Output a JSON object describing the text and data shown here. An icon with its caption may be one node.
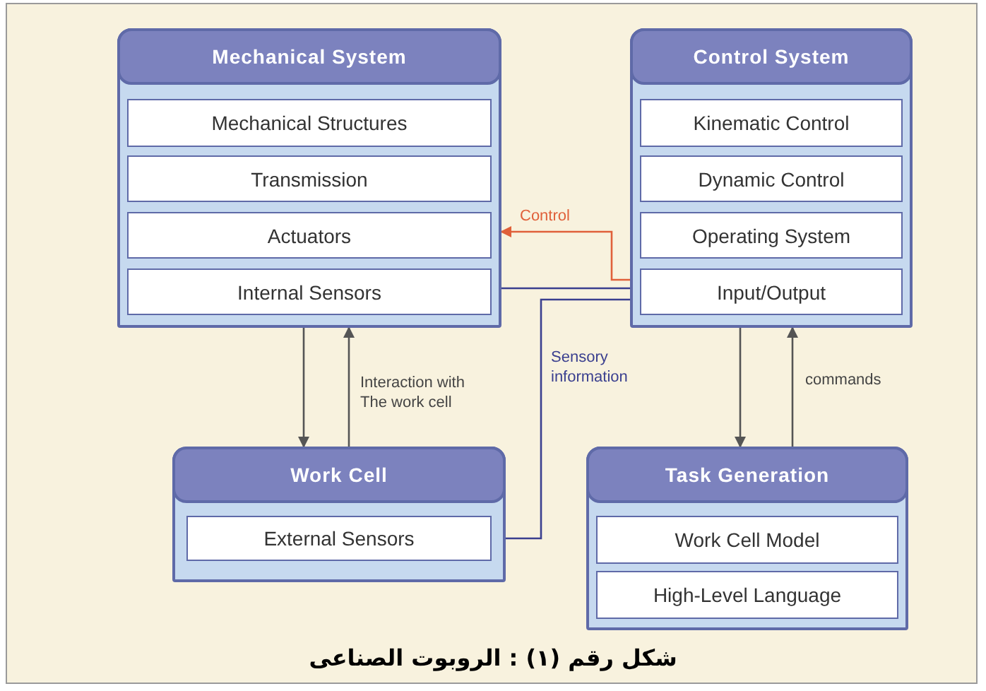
{
  "diagram": {
    "caption": "شكل رقم (١) : الروبوت الصناعى",
    "nodes": [
      {
        "text": [
          "Mechanical System"
        ]
      },
      {
        "text": [
          "Mechanical Structures"
        ],
        "in": 0
      },
      {
        "text": [
          "Transmission"
        ],
        "in": 0
      },
      {
        "text": [
          "Actuators"
        ],
        "in": 0
      },
      {
        "text": [
          "Internal Sensors"
        ],
        "in": 0
      },
      {
        "text": [
          "Control System"
        ]
      },
      {
        "text": [
          "Kinematic Control"
        ],
        "in": 5
      },
      {
        "text": [
          "Dynamic Control"
        ],
        "in": 5
      },
      {
        "text": [
          "Operating System"
        ],
        "in": 5
      },
      {
        "text": [
          "Input/Output"
        ],
        "in": 5
      },
      {
        "text": [
          "Work Cell"
        ]
      },
      {
        "text": [
          "External Sensors"
        ],
        "in": 10
      },
      {
        "text": [
          "Task Generation"
        ]
      },
      {
        "text": [
          "Work Cell Model"
        ],
        "in": 12
      },
      {
        "text": [
          "High-Level Language"
        ],
        "in": 12
      }
    ],
    "edges": [
      {
        "from": 4,
        "to": 9,
        "arrow": "to",
        "color": "#3a3f8f"
      },
      {
        "from": 9,
        "to": 0,
        "label": "Control",
        "arrow": "to",
        "color": "#e0603a"
      },
      {
        "from": 11,
        "to": 9,
        "label": "Sensory information",
        "arrow": "to",
        "color": "#3a3f8f"
      },
      {
        "from": 0,
        "to": 10,
        "arrow": "to"
      },
      {
        "from": 10,
        "to": 0,
        "label": "Interaction with The work cell",
        "arrow": "to"
      },
      {
        "from": 5,
        "to": 12,
        "arrow": "to"
      },
      {
        "from": 12,
        "to": 5,
        "label": "commands",
        "arrow": "to"
      }
    ]
  }
}
